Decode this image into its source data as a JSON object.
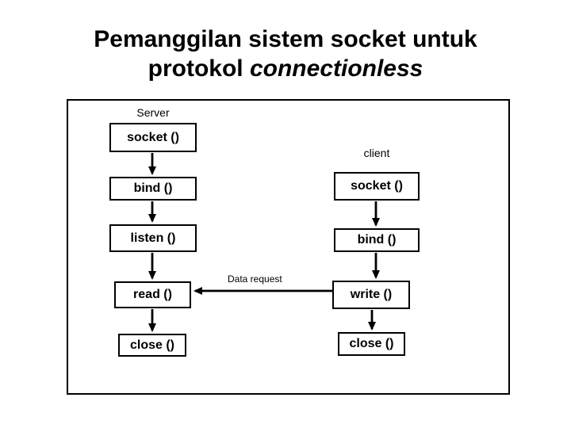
{
  "page": {
    "background_color": "#ffffff",
    "line_color": "#000000"
  },
  "title": {
    "line1": "Pemanggilan sistem socket untuk",
    "line2_prefix": "protokol",
    "line2_italic": "connectionless"
  },
  "diagram": {
    "server": {
      "label": "Server",
      "boxes": [
        {
          "label": "socket ()"
        },
        {
          "label": "bind ()"
        },
        {
          "label": "listen ()"
        },
        {
          "label": "read ()"
        },
        {
          "label": "close ()"
        }
      ]
    },
    "client": {
      "label": "client",
      "boxes": [
        {
          "label": "socket ()"
        },
        {
          "label": "bind ()"
        },
        {
          "label": "write ()"
        },
        {
          "label": "close ()"
        }
      ]
    },
    "data_request_label": "Data request"
  }
}
